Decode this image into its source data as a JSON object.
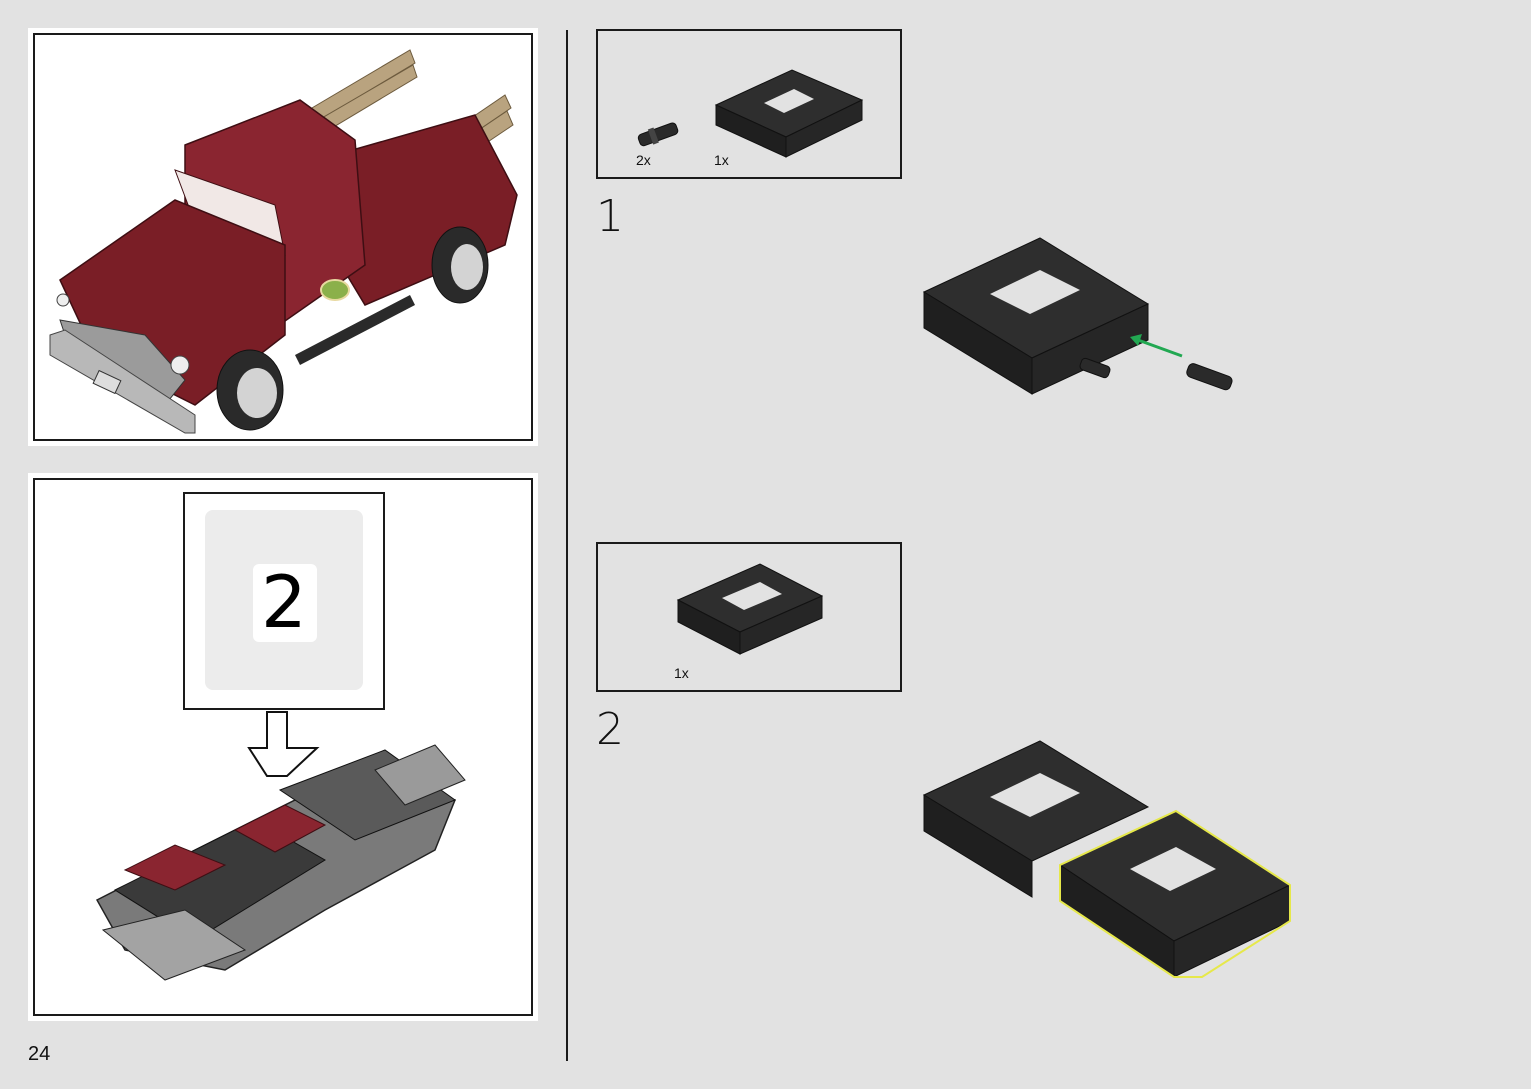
{
  "page": {
    "number": "24"
  },
  "bag": {
    "number": "2"
  },
  "steps": [
    {
      "number": "1",
      "parts": [
        {
          "qty": "2x",
          "part": "connector-pin"
        },
        {
          "qty": "1x",
          "part": "technic-frame-brick"
        }
      ]
    },
    {
      "number": "2",
      "parts": [
        {
          "qty": "1x",
          "part": "technic-frame-brick"
        }
      ]
    }
  ],
  "colors": {
    "background": "#e2e2e2",
    "brick": "#2a2a2a",
    "truck": "#7a1e26",
    "arrow": "#22a852",
    "highlight": "#e6e84a"
  }
}
